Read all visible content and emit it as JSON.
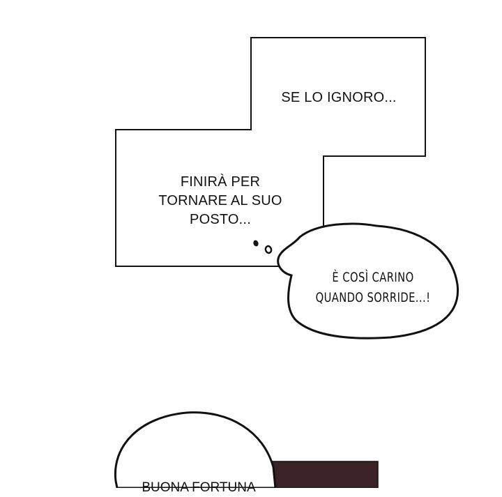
{
  "panel1": {
    "box_top_text": "SE LO IGNORO...",
    "box_left_lines": [
      "FINIRÀ PER",
      "TORNARE AL SUO",
      "POSTO..."
    ],
    "thought_lines": [
      "È COSÌ CARINO",
      "QUANDO SORRIDE...!"
    ]
  },
  "panel2": {
    "bubble_text_partial": "BUONA FORTUNA"
  },
  "colors": {
    "ink": "#111111",
    "background": "#ffffff",
    "dark_panel": "#3a2226"
  }
}
